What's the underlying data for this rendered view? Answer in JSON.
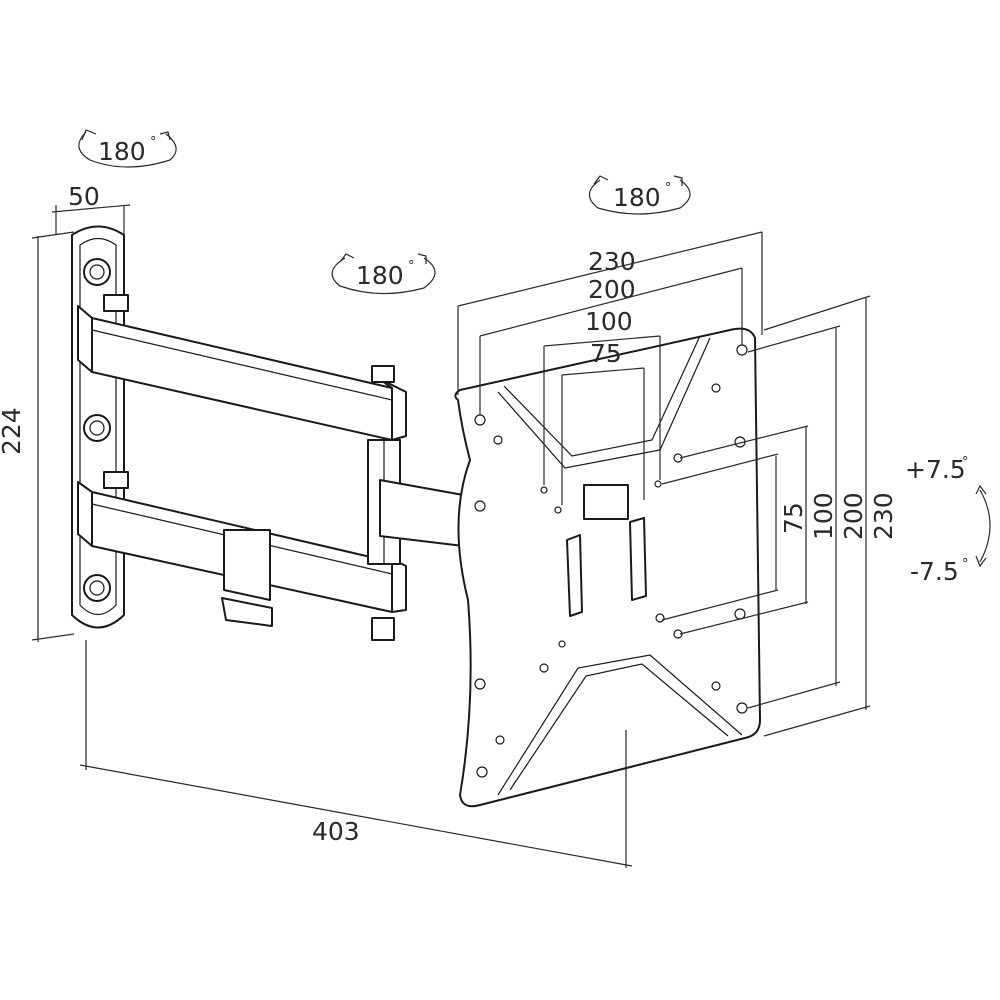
{
  "rotation": {
    "wall_swivel": {
      "value": "180",
      "unit": "°"
    },
    "arm_swivel": {
      "value": "180",
      "unit": "°"
    },
    "plate_rotation": {
      "value": "180",
      "unit": "°"
    }
  },
  "tilt": {
    "up": {
      "value": "+7.5",
      "unit": "°"
    },
    "down": {
      "value": "-7.5",
      "unit": "°"
    }
  },
  "dimensions": {
    "wall_plate_width": "50",
    "wall_plate_height": "224",
    "extension": "403",
    "horizontal": [
      "230",
      "200",
      "100",
      "75"
    ],
    "vertical": [
      "75",
      "100",
      "200",
      "230"
    ]
  }
}
